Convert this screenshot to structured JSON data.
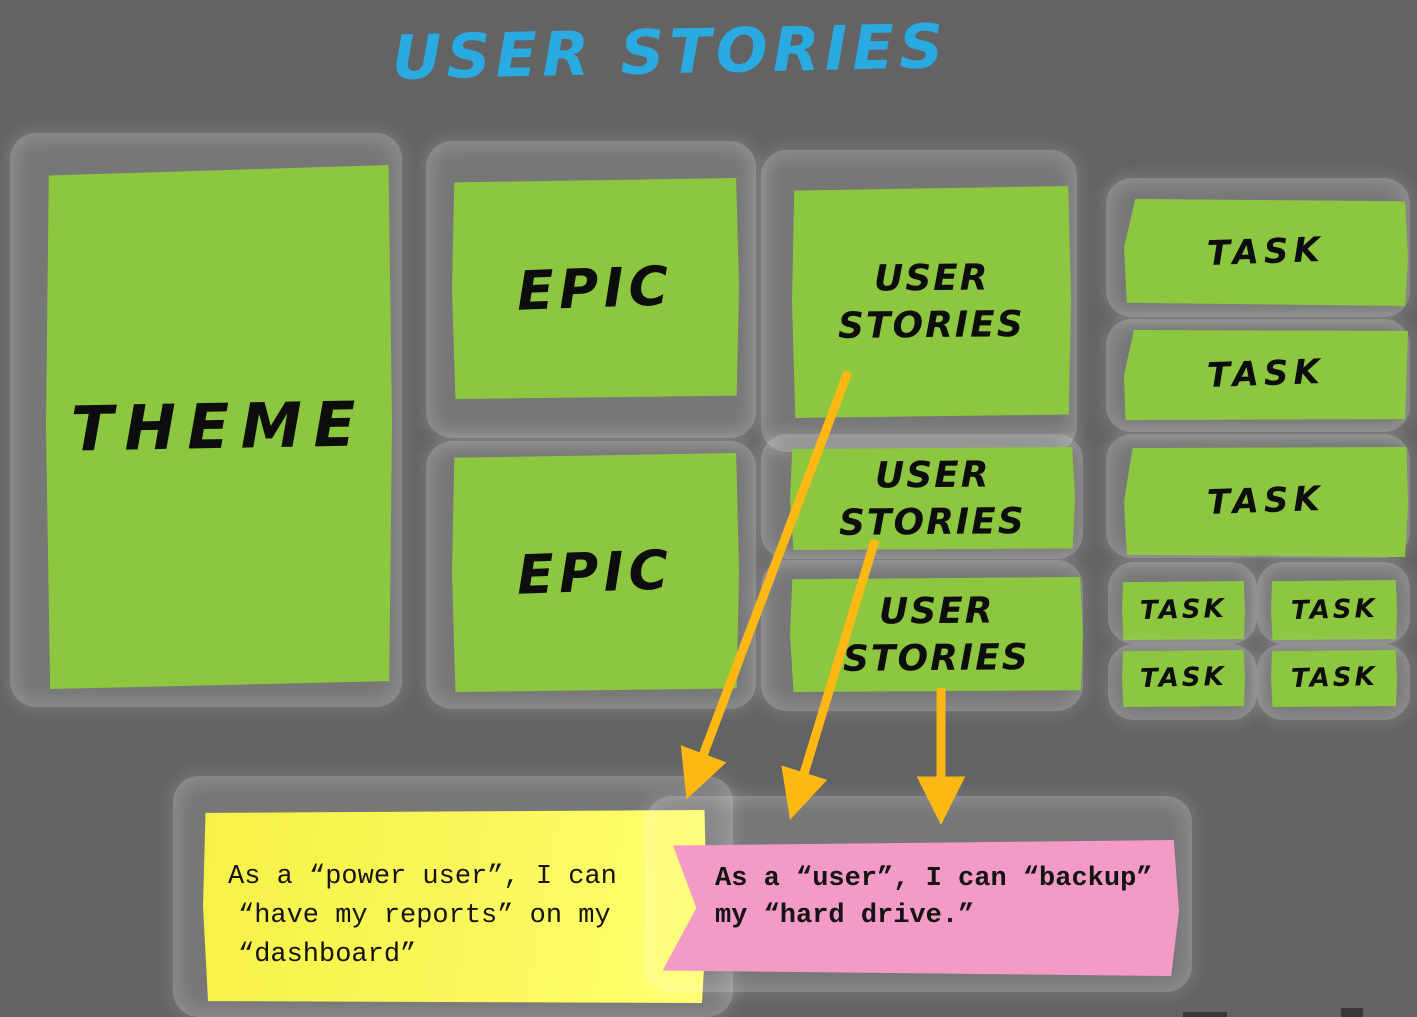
{
  "title": {
    "text": "USER STORIES"
  },
  "colors": {
    "background": "#636363",
    "halo_gray": "#7D7D7D",
    "card_green": "#8DC63F",
    "note_yellow": "#FBF75C",
    "note_pink": "#F49AC6",
    "arrow_amber": "#FDB814",
    "title_blue": "#29ABE2",
    "ink": "#0D0D0D"
  },
  "theme": {
    "label": "THEME"
  },
  "epics": [
    {
      "label": "EPIC"
    },
    {
      "label": "EPIC"
    }
  ],
  "user_stories": [
    {
      "line1": "USER",
      "line2": "STORIES"
    },
    {
      "line1": "USER",
      "line2": "STORIES"
    },
    {
      "line1": "USER",
      "line2": "STORIES"
    }
  ],
  "tasks_large": [
    {
      "label": "TASK"
    },
    {
      "label": "TASK"
    },
    {
      "label": "TASK"
    }
  ],
  "tasks_small": [
    {
      "label": "TASK"
    },
    {
      "label": "TASK"
    },
    {
      "label": "TASK"
    },
    {
      "label": "TASK"
    }
  ],
  "notes": {
    "yellow": {
      "line1": "As a “power user”, I can",
      "line2": "“have my reports” on my",
      "line3": "“dashboard”"
    },
    "pink": {
      "line1": "As a “user”, I can “backup”",
      "line2": "my “hard drive.”"
    }
  }
}
